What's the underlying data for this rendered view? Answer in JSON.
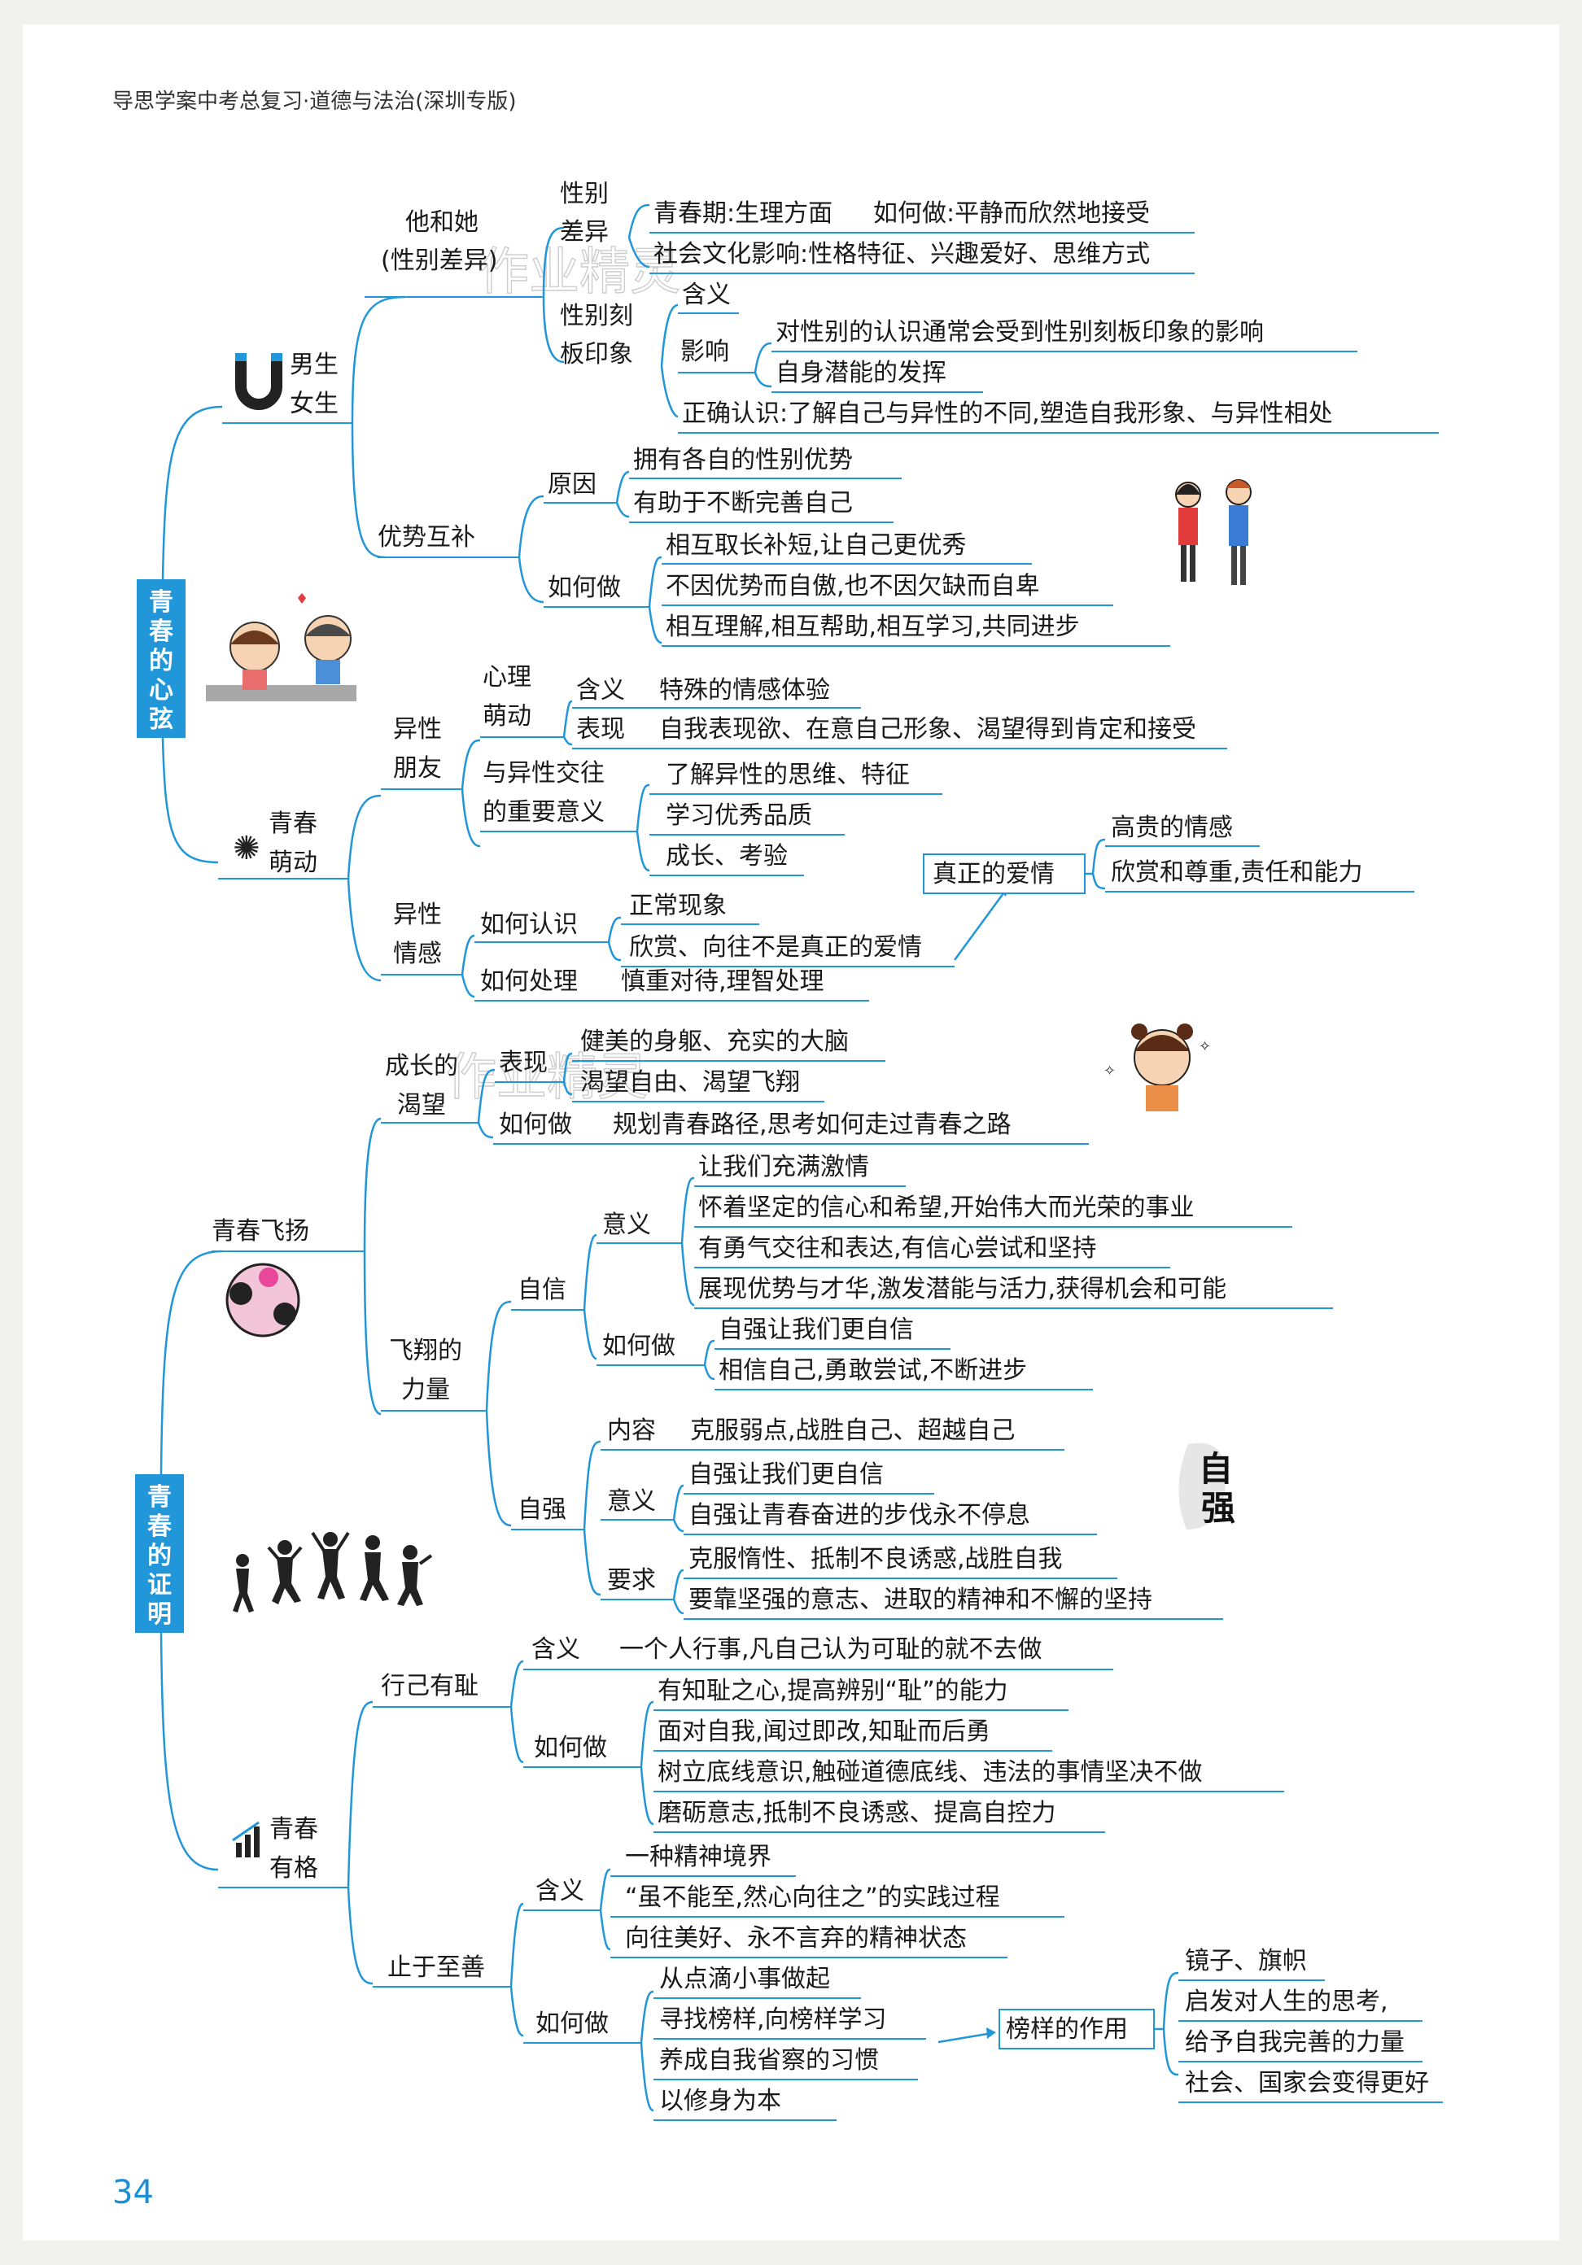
{
  "header": "导思学案中考总复习·道德与法治(深圳专版)",
  "page_number": "34",
  "watermark": "作业精灵",
  "section1": {
    "title_chars": [
      "青",
      "春",
      "的",
      "心",
      "弦"
    ],
    "gender": {
      "label": [
        "男生",
        "女生"
      ],
      "he_she": [
        "他和她",
        "(性别差异)"
      ],
      "diff": [
        "性别",
        "差异"
      ],
      "puberty": "青春期:生理方面",
      "how_do": "如何做:平静而欣然地接受",
      "social": "社会文化影响:性格特征、兴趣爱好、思维方式",
      "stereo": [
        "性别刻",
        "板印象"
      ],
      "meaning": "含义",
      "impact": "影响",
      "impact1": "对性别的认识通常会受到性别刻板印象的影响",
      "impact2": "自身潜能的发挥",
      "correct": "正确认识:了解自己与异性的不同,塑造自我形象、与异性相处",
      "comp": "优势互补",
      "reason": "原因",
      "reason1": "拥有各自的性别优势",
      "reason2": "有助于不断完善自己",
      "how": "如何做",
      "how1": "相互取长补短,让自己更优秀",
      "how2": "不因优势而自傲,也不因欠缺而自卑",
      "how3": "相互理解,相互帮助,相互学习,共同进步"
    },
    "sprout": {
      "label": [
        "青春",
        "萌动"
      ],
      "friend": [
        "异性",
        "朋友"
      ],
      "heart": [
        "心理",
        "萌动"
      ],
      "meaning": "含义",
      "meaning_v": "特殊的情感体验",
      "show": "表现",
      "show_v": "自我表现欲、在意自己形象、渴望得到肯定和接受",
      "importance": [
        "与异性交往",
        "的重要意义"
      ],
      "imp1": "了解异性的思维、特征",
      "imp2": "学习优秀品质",
      "imp3": "成长、考验",
      "feeling": [
        "异性",
        "情感"
      ],
      "recog": "如何认识",
      "recog1": "正常现象",
      "recog2": "欣赏、向往不是真正的爱情",
      "handle": "如何处理",
      "handle_v": "慎重对待,理智处理",
      "love": "真正的爱情",
      "love1": "高贵的情感",
      "love2": "欣赏和尊重,责任和能力"
    }
  },
  "section2": {
    "title_chars": [
      "青",
      "春",
      "的",
      "证",
      "明"
    ],
    "fly": {
      "label": "青春飞扬",
      "desire": [
        "成长的",
        "渴望"
      ],
      "show": "表现",
      "show1": "健美的身躯、充实的大脑",
      "show2": "渴望自由、渴望飞翔",
      "how": "如何做",
      "how_v": "规划青春路径,思考如何走过青春之路",
      "power": [
        "飞翔的",
        "力量"
      ],
      "conf": "自信",
      "meaning": "意义",
      "c1": "让我们充满激情",
      "c2": "怀着坚定的信心和希望,开始伟大而光荣的事业",
      "c3": "有勇气交往和表达,有信心尝试和坚持",
      "c4": "展现优势与才华,激发潜能与活力,获得机会和可能",
      "chow": "如何做",
      "ch1": "自强让我们更自信",
      "ch2": "相信自己,勇敢尝试,不断进步",
      "strong": "自强",
      "content": "内容",
      "content_v": "克服弱点,战胜自己、超越自己",
      "smeaning": "意义",
      "sm1": "自强让我们更自信",
      "sm2": "自强让青春奋进的步伐永不停息",
      "req": "要求",
      "r1": "克服惰性、抵制不良诱惑,战胜自我",
      "r2": "要靠坚强的意志、进取的精神和不懈的坚持"
    },
    "char": {
      "label": [
        "青春",
        "有格"
      ],
      "shame": "行己有耻",
      "meaning": "含义",
      "meaning_v": "一个人行事,凡自己认为可耻的就不去做",
      "how": "如何做",
      "h1": "有知耻之心,提高辨别“耻”的能力",
      "h2": "面对自我,闻过即改,知耻而后勇",
      "h3": "树立底线意识,触碰道德底线、违法的事情坚决不做",
      "h4": "磨砺意志,抵制不良诱惑、提高自控力",
      "good": "止于至善",
      "gmeaning": "含义",
      "g1": "一种精神境界",
      "g2": "“虽不能至,然心向往之”的实践过程",
      "g3": "向往美好、永不言弃的精神状态",
      "ghow": "如何做",
      "gh1": "从点滴小事做起",
      "gh2": "寻找榜样,向榜样学习",
      "gh3": "养成自我省察的习惯",
      "gh4": "以修身为本",
      "role": "榜样的作用",
      "role1": "镜子、旗帜",
      "role2": "启发对人生的思考,",
      "role3": "给予自我完善的力量",
      "role4": "社会、国家会变得更好"
    },
    "stamp": [
      "自",
      "强"
    ]
  },
  "colors": {
    "accent": "#2196d8",
    "page_bg": "#ffffff",
    "outer_bg": "#f1f1ef"
  }
}
